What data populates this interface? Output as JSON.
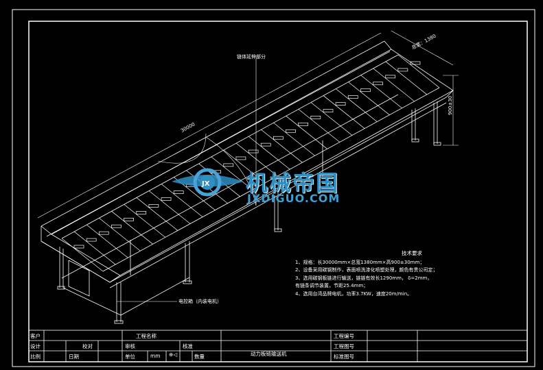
{
  "labels": {
    "extension": "链体延伸部分",
    "width_dim": "总宽：1380",
    "height_dim": "900±30",
    "length_dim": "30000",
    "control_box": "电控箱（内装电机）"
  },
  "notes": {
    "title": "技术要求",
    "items": [
      "1、规格：长30000mm×总宽1380mm×高900±30mm；",
      "2、设备采用碳钢制作，表面喷洗漆化喷塑处理，颜色有贵公司定；",
      "3、选用碳钢板链进行输送，链链有效长1290mm， δ=2mm，",
      "   有链条调节装置，节距25.4mm；",
      "4、选用台湾品牌电机，功率3.7KW，速度20m/min。"
    ]
  },
  "watermark": {
    "cn": "机械帝国",
    "en": "JXDIGUO.COM",
    "logo_text": "JX",
    "color": "#2f8fc3"
  },
  "title_block": {
    "customer": "客户",
    "design": "设计",
    "check": "校对",
    "review": "审核",
    "approve": "核准",
    "scale": "比例",
    "date": "日期",
    "unit": "单位",
    "unit_value": "mm",
    "quantity": "数量",
    "project_name": "工程名称",
    "drawing_name": "动力板链输送机",
    "project_no": "工程编号",
    "project_drawing_no": "工程图号",
    "standard_drawing_no": "标准图号"
  },
  "colors": {
    "background": "#000000",
    "lines": "#ffffff",
    "watermark": "#2f8fc3"
  }
}
